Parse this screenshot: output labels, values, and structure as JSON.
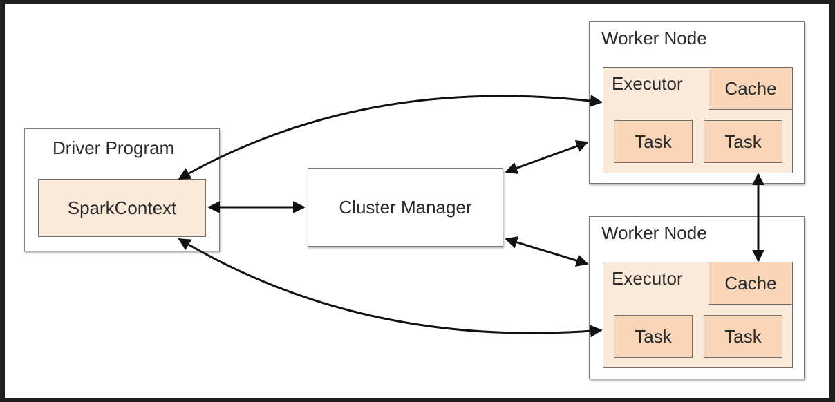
{
  "driver": {
    "title": "Driver Program",
    "spark_context": "SparkContext"
  },
  "cluster_manager": {
    "label": "Cluster Manager"
  },
  "worker_nodes": [
    {
      "title": "Worker Node",
      "executor": "Executor",
      "cache": "Cache",
      "tasks": [
        "Task",
        "Task"
      ]
    },
    {
      "title": "Worker Node",
      "executor": "Executor",
      "cache": "Cache",
      "tasks": [
        "Task",
        "Task"
      ]
    }
  ],
  "colors": {
    "executor_fill": "#fbe9da",
    "task_fill": "#f9d6b8",
    "border": "#6f6f6f",
    "arrow": "#111111"
  }
}
